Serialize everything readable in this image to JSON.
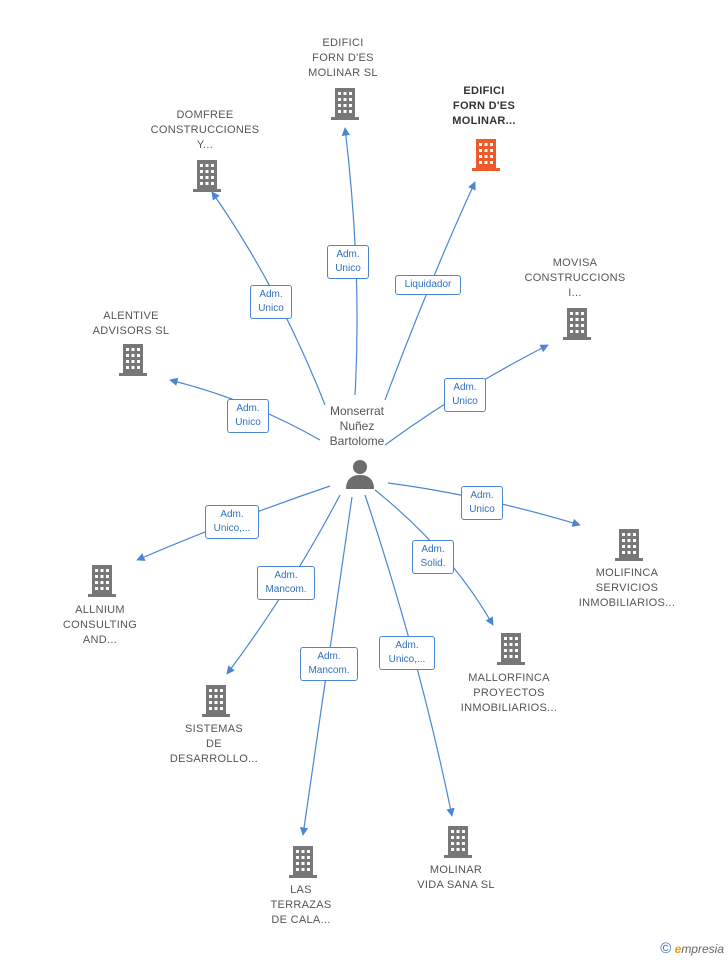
{
  "center": {
    "label": "Monserrat\nNuñez\nBartolome"
  },
  "colors": {
    "edge": "#4a86d4",
    "building": "#777777",
    "highlight": "#ef5a2a",
    "person": "#6d6d6d"
  },
  "companies": [
    {
      "id": "edifici1",
      "label": "EDIFICI\nFORN D'ES\nMOLINAR SL",
      "relation": "Adm.\nUnico",
      "highlight": false,
      "icon": "building-icon"
    },
    {
      "id": "edifici2",
      "label": "EDIFICI\nFORN D'ES\nMOLINAR...",
      "relation": "Liquidador",
      "highlight": true,
      "icon": "building-icon"
    },
    {
      "id": "domfree",
      "label": "DOMFREE\nCONSTRUCCIONES\nY...",
      "relation": "Adm.\nUnico",
      "highlight": false,
      "icon": "building-icon"
    },
    {
      "id": "movisa",
      "label": "MOVISA\nCONSTRUCCIONS\nI...",
      "relation": "Adm.\nUnico",
      "highlight": false,
      "icon": "building-icon"
    },
    {
      "id": "alentive",
      "label": "ALENTIVE\nADVISORS  SL",
      "relation": "Adm.\nUnico",
      "highlight": false,
      "icon": "building-icon"
    },
    {
      "id": "molifinca",
      "label": "MOLIFINCA\nSERVICIOS\nINMOBILIARIOS...",
      "relation": "Adm.\nUnico",
      "highlight": false,
      "icon": "building-icon"
    },
    {
      "id": "allnium",
      "label": "ALLNIUM\nCONSULTING\nAND...",
      "relation": "Adm.\nUnico,...",
      "highlight": false,
      "icon": "building-icon"
    },
    {
      "id": "mallorfinca",
      "label": "MALLORFINCA\nPROYECTOS\nINMOBILIARIOS...",
      "relation": "Adm.\nSolid.",
      "highlight": false,
      "icon": "building-icon"
    },
    {
      "id": "sistemas",
      "label": "SISTEMAS\nDE\nDESARROLLO...",
      "relation": "Adm.\nMancom.",
      "highlight": false,
      "icon": "building-icon"
    },
    {
      "id": "terrazas",
      "label": "LAS\nTERRAZAS\nDE CALA...",
      "relation": "Adm.\nMancom.",
      "highlight": false,
      "icon": "building-icon"
    },
    {
      "id": "molinar",
      "label": "MOLINAR\nVIDA SANA  SL",
      "relation": "Adm.\nUnico,...",
      "highlight": false,
      "icon": "building-icon"
    }
  ],
  "footer": {
    "copyright_symbol": "©",
    "brand_initial": "e",
    "brand_rest": "mpresia"
  }
}
